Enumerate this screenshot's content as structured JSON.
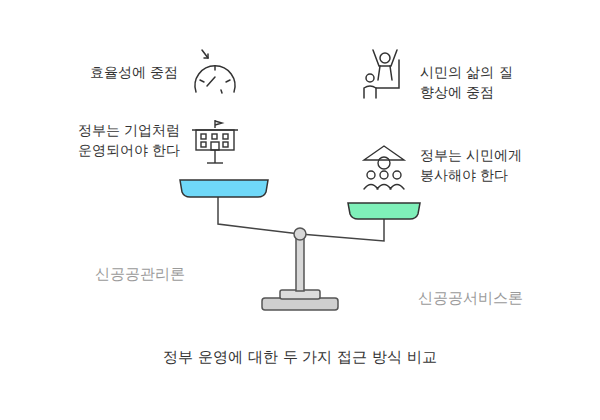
{
  "diagram": {
    "caption": "정부 운영에 대한 두 가지 접근 방식 비교",
    "labels": [
      "효율성에 중점",
      "정부는 기업처럼 운영되어야 한다",
      "시민의 삶의 질 향상에 중점",
      "정부는 시민에게 봉사해야 한다",
      "신공공관리론",
      "신공공서비스론"
    ]
  }
}
